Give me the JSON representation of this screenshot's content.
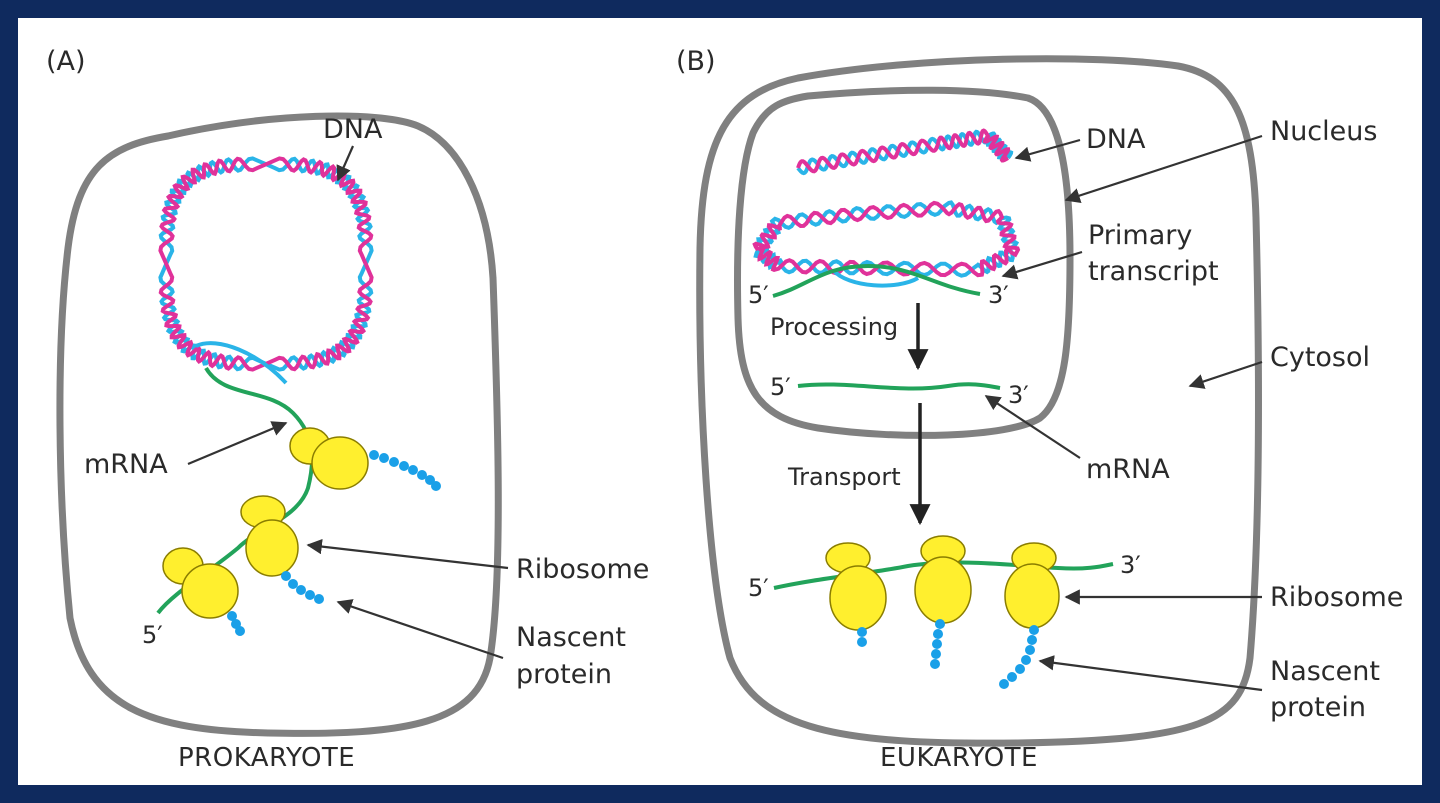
{
  "panels": {
    "a": {
      "tag": "(A)",
      "title": "PROKARYOTE",
      "labels": {
        "dna": "DNA",
        "mrna": "mRNA",
        "ribosome": "Ribosome",
        "nascent_1": "Nascent",
        "nascent_2": "protein",
        "five_prime": "5′"
      }
    },
    "b": {
      "tag": "(B)",
      "title": "EUKARYOTE",
      "labels": {
        "dna": "DNA",
        "nucleus": "Nucleus",
        "primary_1": "Primary",
        "primary_2": "transcript",
        "five_prime_top": "5′",
        "three_prime_top": "3′",
        "processing": "Processing",
        "five_prime_mid": "5′",
        "three_prime_mid": "3′",
        "cytosol": "Cytosol",
        "mrna": "mRNA",
        "transport": "Transport",
        "five_prime_bottom": "5′",
        "three_prime_bottom": "3′",
        "ribosome": "Ribosome",
        "nascent_1": "Nascent",
        "nascent_2": "protein"
      }
    }
  },
  "colors": {
    "frame": "#0f2a5e",
    "dna_strand_1": "#2ab4e8",
    "dna_strand_2": "#e0329a",
    "mrna": "#22a35a",
    "ribosome": "#ffef2e",
    "protein": "#1aa0e8",
    "membrane": "#808080"
  }
}
